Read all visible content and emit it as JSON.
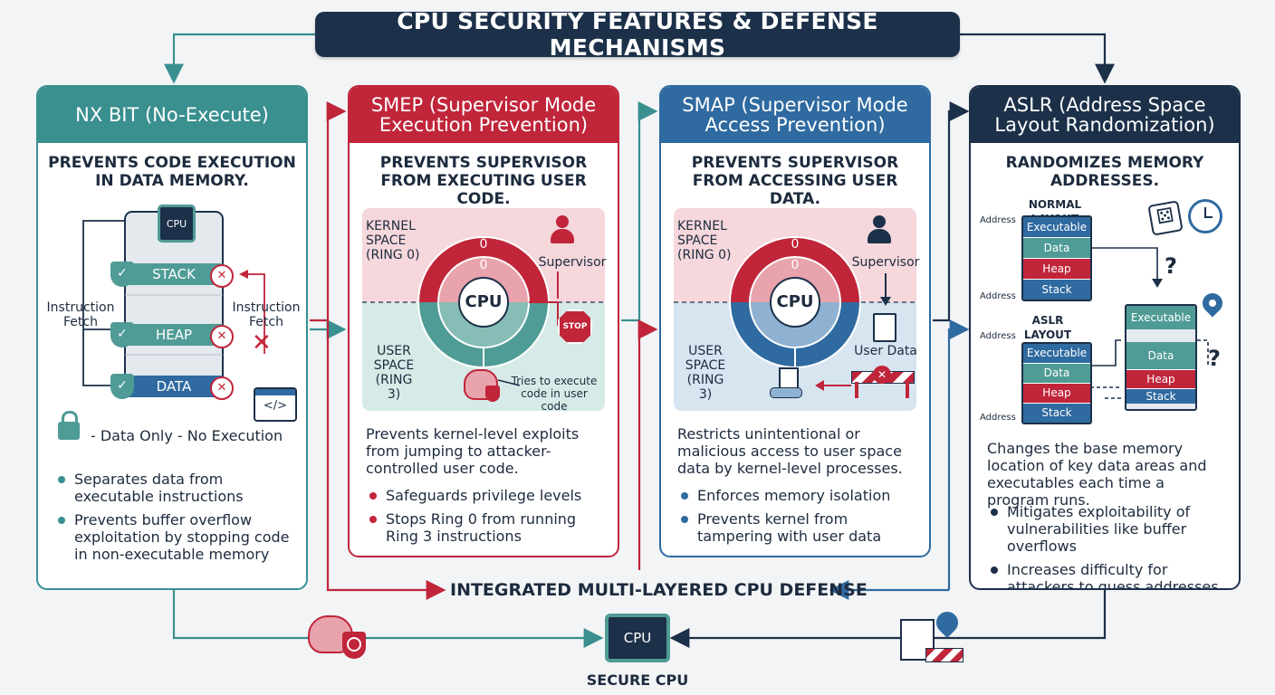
{
  "title": "CPU SECURITY FEATURES & DEFENSE MECHANISMS",
  "colors": {
    "nx": "#3a8f8f",
    "smep": "#c0253a",
    "smap": "#2f6aa0",
    "aslr": "#1c3049",
    "teal_fill": "#4f9b95",
    "red_fill": "#c0253a",
    "blue_fill": "#2f6aa0"
  },
  "nx": {
    "header": "NX BIT (No-Execute)",
    "subtitle": "PREVENTS CODE EXECUTION IN DATA MEMORY.",
    "cpu_label": "CPU",
    "segments": [
      "STACK",
      "HEAP",
      "DATA"
    ],
    "left_label": "Instruction Fetch",
    "right_label": "Instruction Fetch",
    "code_icon": "</>",
    "legend": "- Data Only - No Execution",
    "bullets": [
      "Separates data from executable instructions",
      "Prevents buffer overflow exploitation by stopping code in non-executable memory"
    ]
  },
  "smep": {
    "header": "SMEP (Supervisor Mode Execution Prevention)",
    "subtitle": "PREVENTS SUPERVISOR FROM EXECUTING USER CODE.",
    "kernel_label": "KERNEL SPACE (RING 0)",
    "user_label": "USER SPACE (RING 3)",
    "ring_outer": "0",
    "ring_inner": "0",
    "cpu_label": "CPU",
    "supervisor": "Supervisor",
    "stop": "STOP",
    "tries": "Tries to execute code in user code",
    "desc": "Prevents kernel-level exploits from jumping to attacker-controlled user code.",
    "bullets": [
      "Safeguards privilege levels",
      "Stops Ring 0 from running Ring 3 instructions"
    ]
  },
  "smap": {
    "header": "SMAP (Supervisor Mode Access Prevention)",
    "subtitle": "PREVENTS SUPERVISOR FROM ACCESSING USER DATA.",
    "kernel_label": "KERNEL SPACE (RING 0)",
    "user_label": "USER SPACE (RING 3)",
    "ring_outer": "0",
    "ring_inner": "0",
    "cpu_label": "CPU",
    "supervisor": "Supervisor",
    "user_data": "User Data",
    "desc": "Restricts unintentional or malicious access to user space data by kernel-level processes.",
    "bullets": [
      "Enforces memory isolation",
      "Prevents kernel from tampering with user data"
    ]
  },
  "aslr": {
    "header": "ASLR (Address Space Layout Randomization)",
    "subtitle": "RANDOMIZES MEMORY ADDRESSES.",
    "normal_label": "NORMAL LAYOUT",
    "aslr_label": "ASLR LAYOUT",
    "address": "Address",
    "normal_blocks": [
      "Executable",
      "Data",
      "Heap",
      "Stack"
    ],
    "aslr_left_blocks": [
      "Executable",
      "Data",
      "Heap",
      "Stack"
    ],
    "aslr_right_blocks": [
      "Executable",
      "Data",
      "Heap",
      "Stack"
    ],
    "question": "?",
    "desc": "Changes the base memory location of key data areas and executables each time a program runs.",
    "bullets": [
      "Mitigates exploitability of vulnerabilities like buffer overflows",
      "Increases difficulty for attackers to guess addresses"
    ]
  },
  "integrated": "INTEGRATED MULTI-LAYERED CPU DEFENSE",
  "secure_cpu_chip": "CPU",
  "secure_cpu": "SECURE CPU"
}
